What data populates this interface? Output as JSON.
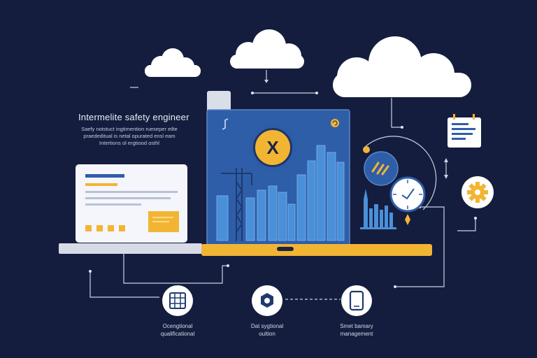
{
  "heading": {
    "title": "Intermelite safety engineer"
  },
  "description": {
    "line1": "Saefy notstuct ingtimention rueseper eilte",
    "line2": "praededitual is netal  opurated ensl eam",
    "line3": "Intertions  ol  ergtiood  osthl"
  },
  "center": {
    "badge_symbol": "X"
  },
  "features": [
    {
      "icon": "grid-icon",
      "line1": "Ocengtional",
      "line2": "qualificational"
    },
    {
      "icon": "hexagon-gear-icon",
      "line1": "Dat sygtional",
      "line2": "oultion"
    },
    {
      "icon": "tablet-icon",
      "line1": "Smet bamary",
      "line2": "management"
    }
  ],
  "colors": {
    "background": "#141d3d",
    "accent": "#f2b533",
    "panel_blue": "#2f5ea8",
    "bar_blue": "#4a90d9",
    "cloud": "#ffffff"
  }
}
